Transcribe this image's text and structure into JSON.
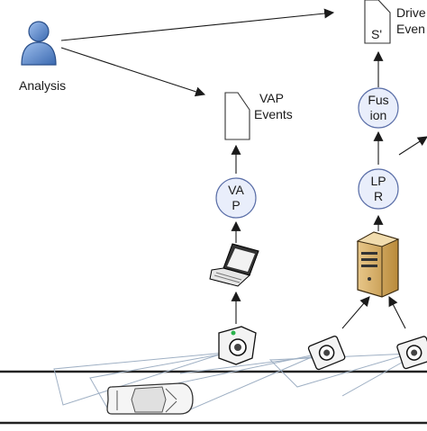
{
  "diagram": {
    "actor_label": "Analysis",
    "vap_events_label": [
      "VAP",
      "Events"
    ],
    "driver_events_label": [
      "Drive",
      "Even"
    ],
    "s_prime_doc_label": "S'",
    "vap_node": [
      "VA",
      "P"
    ],
    "lpr_node": [
      "LP",
      "R"
    ],
    "fusion_node": [
      "Fus",
      "ion"
    ]
  },
  "icons": {
    "actor": "user-icon",
    "laptop": "laptop-icon",
    "server": "server-icon",
    "camera_main": "camera-icon",
    "camera_alpr_1": "camera-icon",
    "camera_alpr_2": "camera-icon",
    "car": "car-icon"
  },
  "colors": {
    "node_fill": "#e9eefb",
    "node_stroke": "#5b6fa8",
    "actor_blue": "#4f7fc4",
    "line": "#1a1a1a",
    "road": "#222222"
  }
}
